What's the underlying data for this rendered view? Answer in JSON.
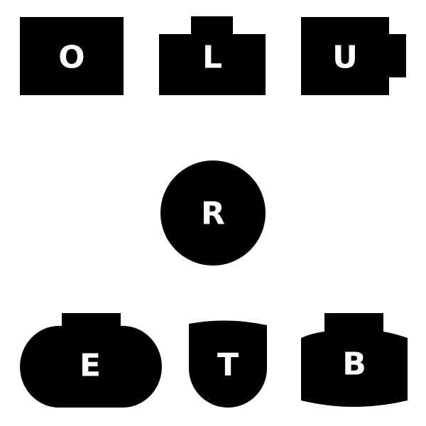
{
  "colors": {
    "background": "#ffffff",
    "shape": "#000000",
    "letter": "#ffffff"
  },
  "shapes": [
    {
      "id": "o",
      "letter": "O",
      "kind": "plain-rectangle"
    },
    {
      "id": "l",
      "letter": "L",
      "kind": "rectangle-with-top-tab"
    },
    {
      "id": "u",
      "letter": "U",
      "kind": "rectangle-with-right-tab"
    },
    {
      "id": "r",
      "letter": "R",
      "kind": "circle"
    },
    {
      "id": "e",
      "letter": "E",
      "kind": "stadium-with-top-tab"
    },
    {
      "id": "t",
      "letter": "T",
      "kind": "shield"
    },
    {
      "id": "b",
      "letter": "B",
      "kind": "barrel-with-top-tab"
    }
  ]
}
